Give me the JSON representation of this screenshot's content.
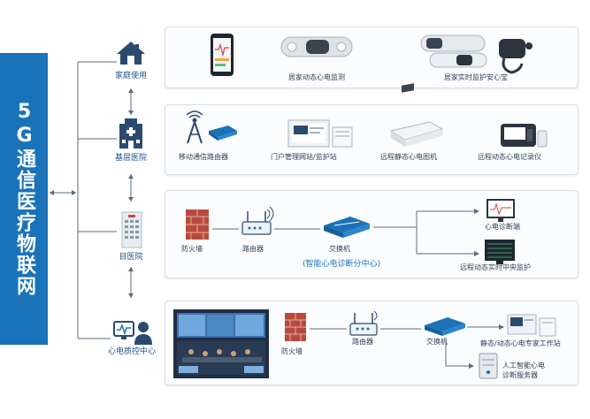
{
  "banner": {
    "title": "5G通信医疗物联网"
  },
  "categories": {
    "home": "家庭使用",
    "primary": "基层医院",
    "hospital": "目医院",
    "center": "心电质控中心"
  },
  "row1": {
    "label1": "居家动态心电监测",
    "label2": "居家实时监护安心宝"
  },
  "row2": {
    "label1": "移动通信路由器",
    "label2": "门户管理网站/监护站",
    "label3": "远程静态心电图机",
    "label4": "远程动态心电记录仪"
  },
  "row3": {
    "firewall": "防火墙",
    "router": "路由器",
    "switch": "交换机",
    "center": "(智能心电诊断分中心)",
    "out1": "心电诊断端",
    "out2": "远程动态实时中央监护"
  },
  "row4": {
    "firewall": "防火墙",
    "router": "路由器",
    "switch": "交换机",
    "station": "静态/动态心电专家工作站",
    "server_line1": "人工智能心电",
    "server_line2": "诊断服务器"
  },
  "colors": {
    "banner": "#1a73b8",
    "accent": "#1a73b8",
    "text": "#2c3e55"
  }
}
